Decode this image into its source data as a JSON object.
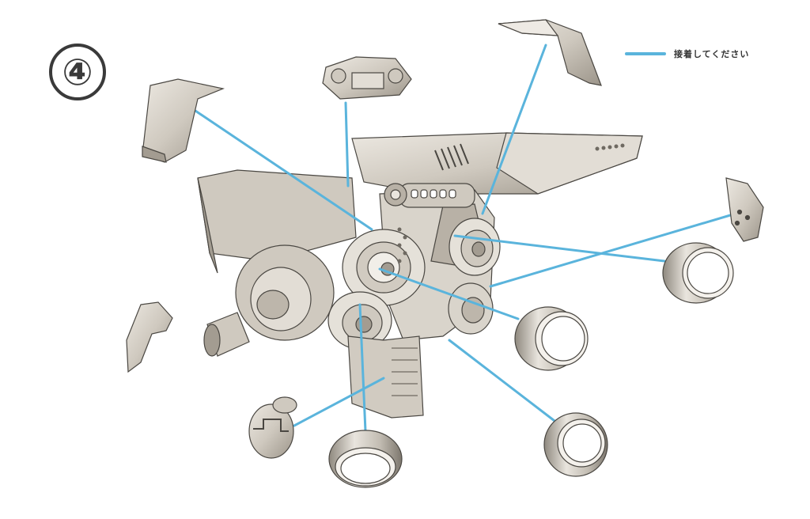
{
  "step": {
    "number": "④"
  },
  "legend": {
    "label": "接着してください",
    "line_color": "#5ab4dc"
  },
  "colors": {
    "part_fill": "#d9d4cb",
    "part_shade": "#a39c91",
    "part_dark": "#6f6a62",
    "outline": "#4a4742"
  },
  "parts": [
    {
      "name": "upper-right-arm-plate-part"
    },
    {
      "name": "top-latch-part"
    },
    {
      "name": "upper-left-arm-plate-part"
    },
    {
      "name": "right-side-cap-part"
    },
    {
      "name": "left-side-cap-part"
    },
    {
      "name": "lower-left-cap-part"
    },
    {
      "name": "ring-part-a"
    },
    {
      "name": "ring-part-b"
    },
    {
      "name": "ring-part-c"
    },
    {
      "name": "ring-part-d"
    }
  ]
}
